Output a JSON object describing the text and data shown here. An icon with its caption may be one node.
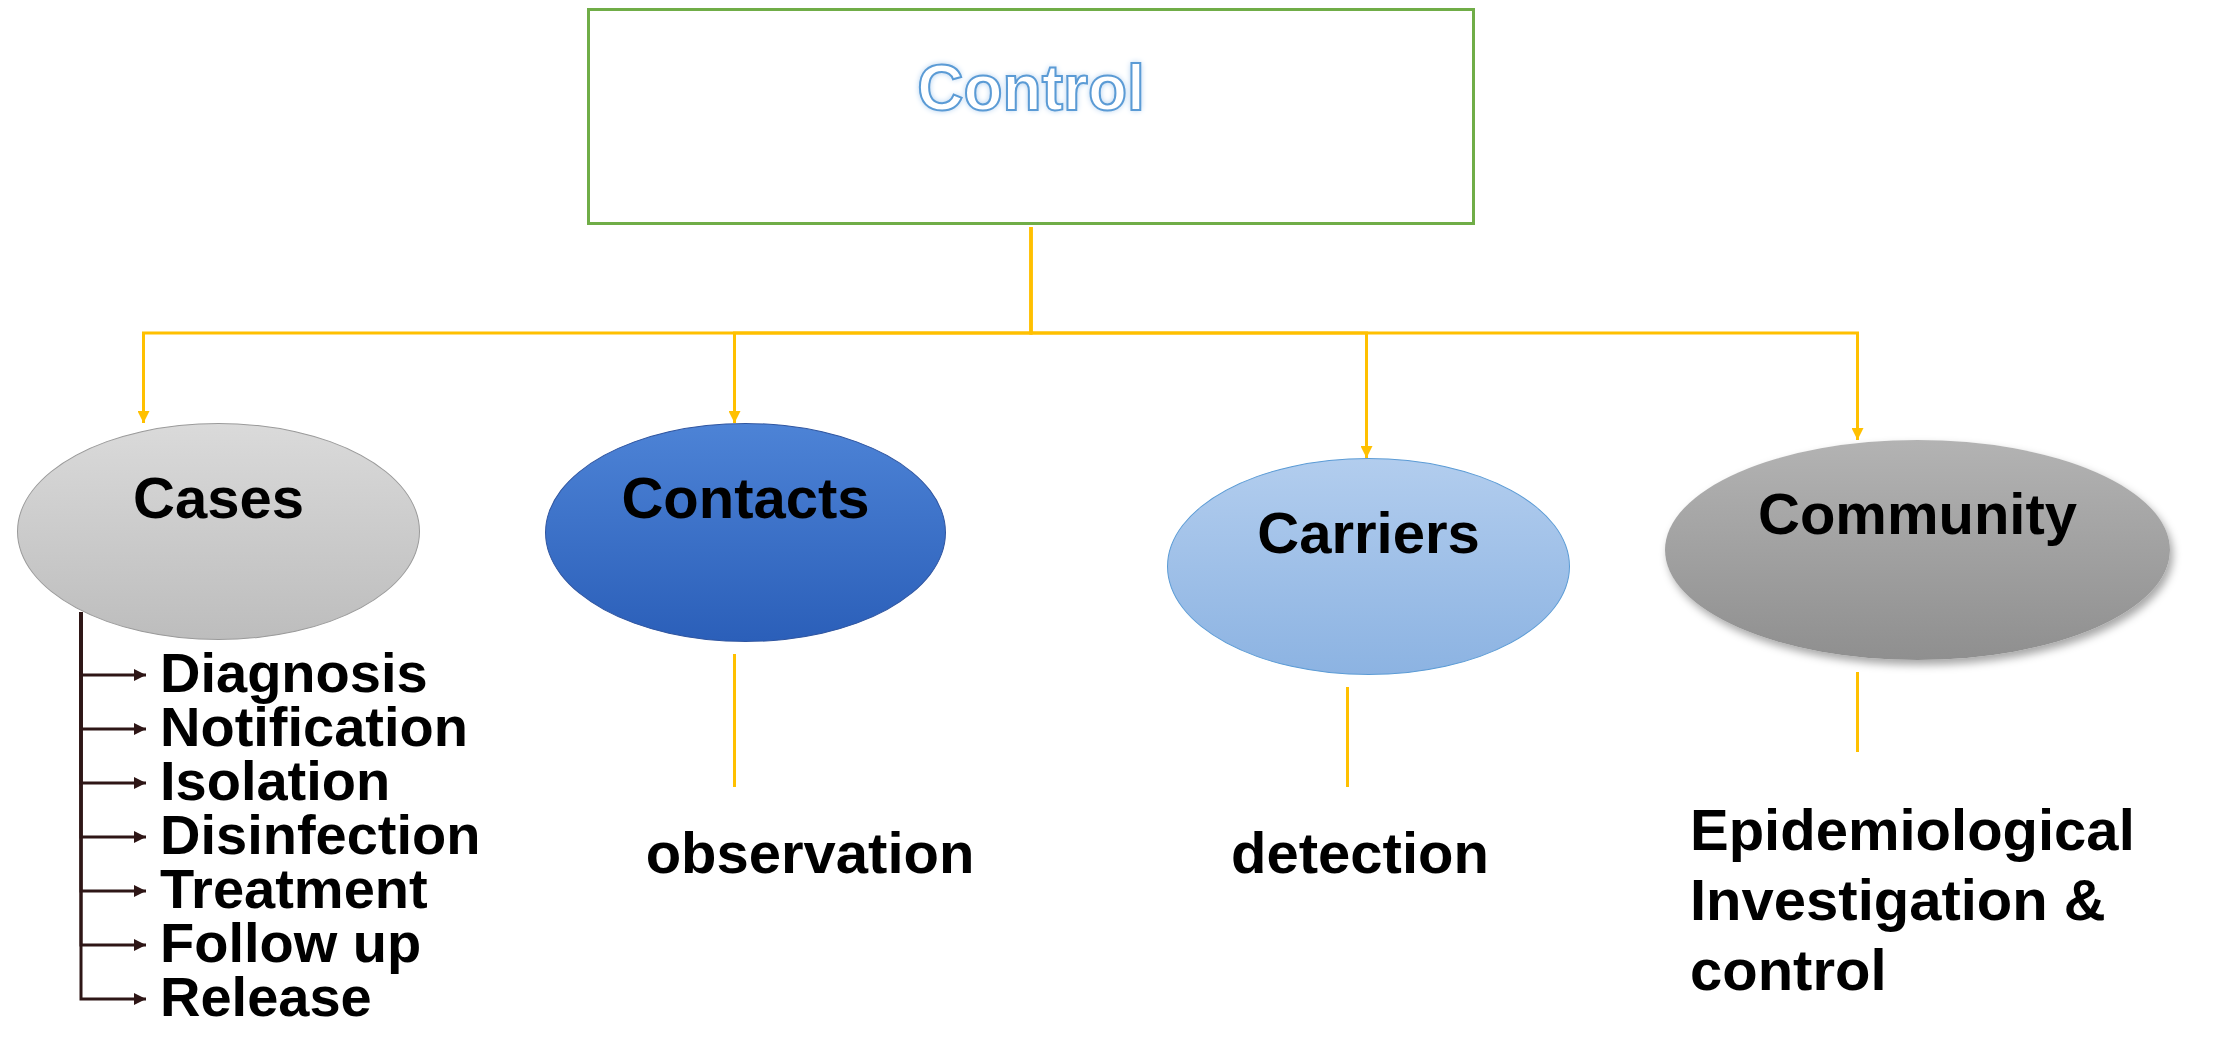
{
  "diagram": {
    "nodes": [
      {
        "text": [
          "Control"
        ]
      },
      {
        "text": [
          "Cases"
        ]
      },
      {
        "text": [
          "Contacts"
        ]
      },
      {
        "text": [
          "Carriers"
        ]
      },
      {
        "text": [
          "Community"
        ]
      },
      {
        "text": [
          "Diagnosis"
        ]
      },
      {
        "text": [
          "Notification"
        ]
      },
      {
        "text": [
          "Isolation"
        ]
      },
      {
        "text": [
          "Disinfection"
        ]
      },
      {
        "text": [
          "Treatment"
        ]
      },
      {
        "text": [
          "Follow up"
        ]
      },
      {
        "text": [
          "Release"
        ]
      },
      {
        "text": [
          "observation"
        ]
      },
      {
        "text": [
          "detection"
        ]
      },
      {
        "text": [
          "Epidemiological Investigation & control"
        ]
      }
    ],
    "edges": [
      {
        "from": 0,
        "to": 1,
        "arrow": "to"
      },
      {
        "from": 0,
        "to": 2,
        "arrow": "to"
      },
      {
        "from": 0,
        "to": 3,
        "arrow": "to"
      },
      {
        "from": 0,
        "to": 4,
        "arrow": "to"
      },
      {
        "from": 1,
        "to": 5,
        "arrow": "to",
        "color": "#2e1616"
      },
      {
        "from": 1,
        "to": 6,
        "arrow": "to",
        "color": "#2e1616"
      },
      {
        "from": 1,
        "to": 7,
        "arrow": "to",
        "color": "#2e1616"
      },
      {
        "from": 1,
        "to": 8,
        "arrow": "to",
        "color": "#2e1616"
      },
      {
        "from": 1,
        "to": 9,
        "arrow": "to",
        "color": "#2e1616"
      },
      {
        "from": 1,
        "to": 10,
        "arrow": "to",
        "color": "#2e1616"
      },
      {
        "from": 1,
        "to": 11,
        "arrow": "to",
        "color": "#2e1616"
      },
      {
        "from": 2,
        "to": 12,
        "arrow": "none"
      },
      {
        "from": 3,
        "to": 13,
        "arrow": "none"
      },
      {
        "from": 4,
        "to": 14,
        "arrow": "none"
      }
    ]
  }
}
